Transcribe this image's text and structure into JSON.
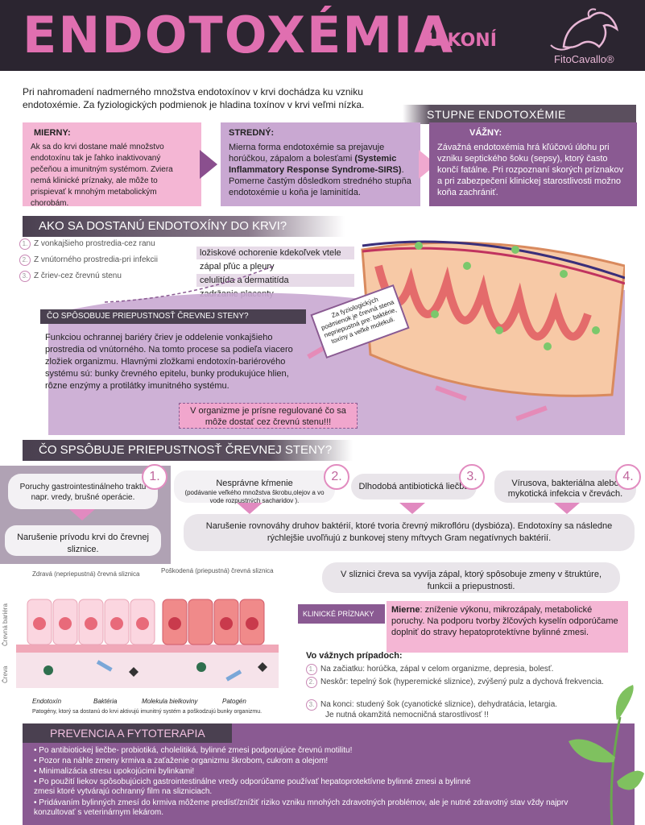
{
  "header": {
    "title": "ENDOTOXÉMIA",
    "subtitle": "U KONÍ",
    "brand": "FitoCavallo®"
  },
  "intro": "Pri nahromadení nadmerného množstva endotoxínov v krvi dochádza ku vzniku endotoxémie. Za fyziologických podmienok je hladina toxínov v krvi veľmi nízka.",
  "stages": {
    "banner": "STUPNE ENDOTOXÉMIE",
    "mild": {
      "title": "MIERNY:",
      "text": "Ak sa do krvi dostane malé množstvo endotoxínu tak je ľahko inaktivovaný pečeňou a imunitným systémom. Zviera nemá klinické príznaky, ale môže to prispievať k mnohým metabolickým chorobám."
    },
    "moderate": {
      "title": "STREDNÝ:",
      "text_a": "Mierna forma endotoxémie sa prejavuje horúčkou, zápalom a bolesťami ",
      "text_b": "(Systemic Inflammatory Response Syndrome-SIRS)",
      "text_c": ". Pomerne častým dôsledkom stredného stupňa endotoxémie u koňa je laminitída."
    },
    "severe": {
      "title": "VÁŽNY:",
      "text": "Závažná endotoxémia hrá kľúčovú úlohu pri vzniku septického šoku (sepsy), ktorý často končí fatálne. Pri rozpoznaní skorých príznakov a pri zabezpečení klinickej starostlivosti možno koňa zachrániť."
    }
  },
  "how": {
    "banner": "AKO SA DOSTANÚ ENDOTOXÍNY DO KRVI?",
    "routes": [
      {
        "num": "1.",
        "text": "Z vonkajšieho prostredia-cez ranu"
      },
      {
        "num": "2.",
        "text": "Z vnútorného prostredia-pri infekcii"
      },
      {
        "num": "3.",
        "text": "Z čriev-cez črevnú stenu"
      }
    ],
    "infections": [
      "ložiskové ochorenie kdekoľvek vtele",
      "zápal pľúc a pleury",
      "celulitída a dermatitída",
      "zadržanie placenty"
    ],
    "permeability_title": "ČO SPÔSOBUJE PRIEPUSTNOSŤ ČREVNEJ STENY?",
    "permeability_text": "Funkciou ochrannej bariéry čriev je oddelenie vonkajšieho prostredia od vnútorného. Na tomto procese sa podieľa viacero zložiek organizmu. Hlavnými zložkami endotoxín-bariérového systému sú: bunky črevného epitelu, bunky produkujúce hlien, rôzne enzýmy a protilátky imunitného systému.",
    "regulated": "V organizme je prísne regulované čo sa môže dostať cez črevnú stenu!!!",
    "callout": "Za fyziologických podmienok je črevná stena nepriepustná pre: baktérie, toxíny a veľké molekuli."
  },
  "causes": {
    "banner": "ČO SPSÔBUJE PRIEPUSTNOSŤ ČREVNEJ STENY?",
    "items": [
      {
        "num": "1.",
        "text": "Poruchy gastrointestinálneho traktu napr. vredy, brušné operácie."
      },
      {
        "num": "2.",
        "title": "Nesprávne kŕmenie",
        "text": "(podávanie veľkého množstva škrobu,olejov a vo vode rozpustných sacharidov )."
      },
      {
        "num": "3.",
        "text": "Dlhodobá antibiotická liečba"
      },
      {
        "num": "4.",
        "text": "Vírusova, bakteriálna alebo mykotická infekcia v črevách."
      }
    ],
    "blood": "Narušenie prívodu krvi do črevnej sliznice.",
    "dysbiosis": "Narušenie rovnováhy druhov baktérií, ktoré tvoria črevný mikroflóru (dysbióza). Endotoxíny sa následne rýchlejšie uvoľňujú z bunkovej steny mŕtvych Gram negatívnych baktérií.",
    "inflammation": "V sliznici čreva sa vyvíja zápal, ktorý spôsobuje zmeny v štruktúre, funkcii a priepustnosti."
  },
  "diagram": {
    "healthy": "Zdravá (nepriepustná) črevná sliznica",
    "damaged": "Poškodená (priepustná) črevná sliznica",
    "barrier": "Črevná bariéra",
    "gut": "Čreva",
    "legend": [
      "Endotoxín",
      "Baktéria",
      "Molekula bielkoviny",
      "Patogén"
    ],
    "caption": "Patogény, ktorý sa dostanú do krvi aktivujú imunitný systém a poškodzujú bunky organizmu."
  },
  "clinical": {
    "banner": "KLINICKÉ PRÍZNAKY",
    "mild_label": "Mierne",
    "mild_text": ": zníženie výkonu, mikrozápaly, metabolické poruchy. Na podporu tvorby žlčových kyselín odporúčame doplniť do stravy hepatoprotektívne bylinné zmesi.",
    "severe_title": "Vo vážnych prípadoch:",
    "items": [
      {
        "num": "1.",
        "text": "Na začiatku: horúčka, zápal v celom organizme, depresia, bolesť."
      },
      {
        "num": "2.",
        "text": "Neskôr: tepelný šok (hyperemické sliznice), zvýšený pulz a dychová frekvencia."
      },
      {
        "num": "3.",
        "text": "Na konci: studený šok (cyanotické sliznice), dehydratácia, letargia."
      }
    ],
    "urgent": "Je nutná okamžitá nemocničná starostlivosť !!"
  },
  "prevention": {
    "banner": "PREVENCIA A FYTOTERAPIA",
    "items": [
      "Po antibiotickej liečbe- probiotiká, cholelitiká, bylinné zmesi podporujúce črevnú motilitu!",
      "Pozor na náhle zmeny krmiva a zaťaženie organizmu škrobom, cukrom a olejom!",
      "Minimalizácia stresu upokojúcimi bylinkami!",
      "Po použití liekov spôsobujúcich gastrointestinálne vredy odporúčame používať hepatoprotektívne bylinné zmesi a bylinné zmesi ktoré vytvárajú ochranný film na slizniciach.",
      "Pridávaním bylinných zmesí do krmiva môžeme predísť/znížiť riziko vzniku mnohých zdravotných problémov, ale je nutné zdravotný stav vždy najprv konzultovať s veterinárnym lekárom."
    ]
  },
  "colors": {
    "accent": "#e06fb0",
    "dark": "#2b2530",
    "purple": "#8a5a92",
    "light_pink": "#f4b6d4",
    "lavender": "#c9a8d2"
  }
}
